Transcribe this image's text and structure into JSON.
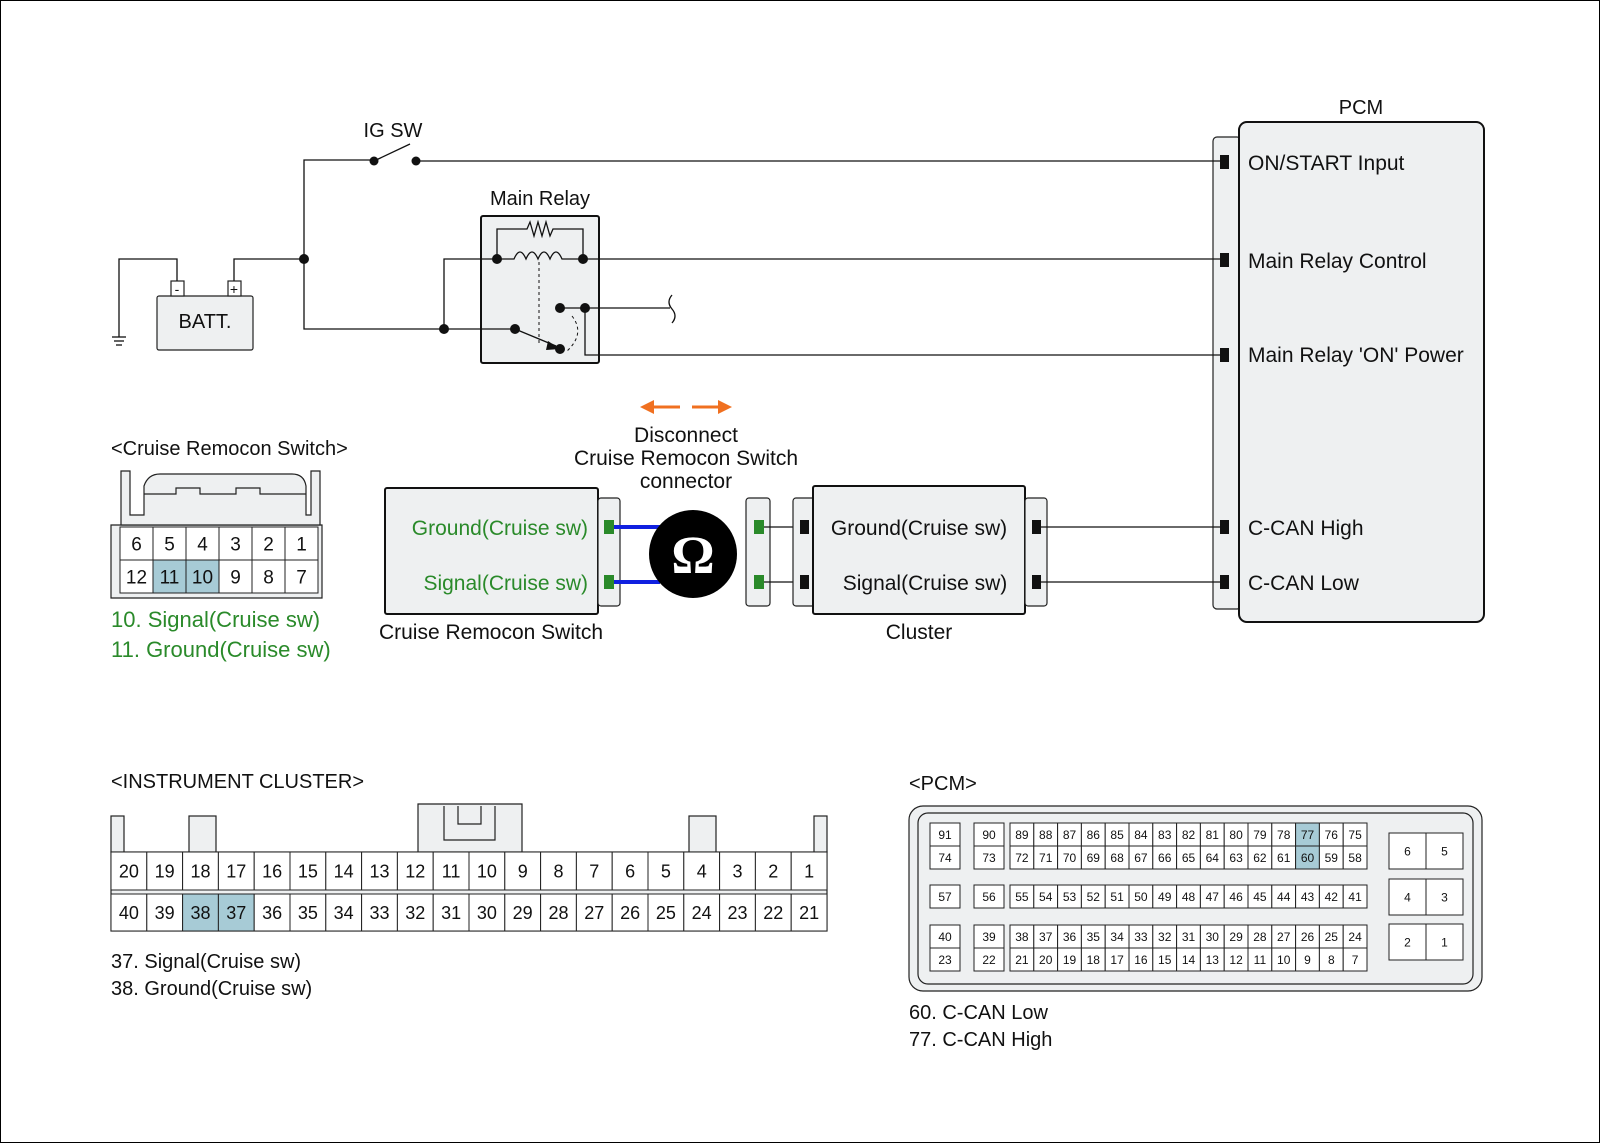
{
  "schematic": {
    "ig_sw": "IG SW",
    "main_relay": "Main Relay",
    "batt": "BATT.",
    "batt_minus": "-",
    "batt_plus": "+",
    "pcm_title": "PCM",
    "pcm_pins": [
      "ON/START Input",
      "Main Relay Control",
      "Main Relay 'ON' Power",
      "C-CAN High",
      "C-CAN Low"
    ],
    "disconnect_note": [
      "Disconnect",
      "Cruise Remocon Switch",
      "connector"
    ],
    "switch_box": {
      "label": "Cruise Remocon Switch",
      "pins": [
        "Ground(Cruise sw)",
        "Signal(Cruise sw)"
      ]
    },
    "cluster_box": {
      "label": "Cluster",
      "pins": [
        "Ground(Cruise sw)",
        "Signal(Cruise sw)"
      ]
    },
    "ohm_symbol": "Ω",
    "colors": {
      "green": "#2a8a2a",
      "blue": "#1020e0",
      "orange": "#f07020",
      "highlight": "#a7cbd6"
    }
  },
  "cruise_connector": {
    "title": "<Cruise Remocon Switch>",
    "row1": [
      "6",
      "5",
      "4",
      "3",
      "2",
      "1"
    ],
    "row2": [
      "12",
      "11",
      "10",
      "9",
      "8",
      "7"
    ],
    "highlighted": [
      "11",
      "10"
    ],
    "notes": [
      "10. Signal(Cruise sw)",
      "11. Ground(Cruise sw)"
    ]
  },
  "cluster_connector": {
    "title": "<INSTRUMENT CLUSTER>",
    "row1": [
      "20",
      "19",
      "18",
      "17",
      "16",
      "15",
      "14",
      "13",
      "12",
      "11",
      "10",
      "9",
      "8",
      "7",
      "6",
      "5",
      "4",
      "3",
      "2",
      "1"
    ],
    "row2": [
      "40",
      "39",
      "38",
      "37",
      "36",
      "35",
      "34",
      "33",
      "32",
      "31",
      "30",
      "29",
      "28",
      "27",
      "26",
      "25",
      "24",
      "23",
      "22",
      "21"
    ],
    "highlighted": [
      "38",
      "37"
    ],
    "notes": [
      "37. Signal(Cruise sw)",
      "38. Ground(Cruise sw)"
    ]
  },
  "pcm_connector": {
    "title": "<PCM>",
    "singles": [
      [
        "91",
        "74"
      ],
      [
        "90",
        "73"
      ],
      [
        "57"
      ],
      [
        "56"
      ],
      [
        "40",
        "23"
      ],
      [
        "39",
        "22"
      ]
    ],
    "blockA_row1": [
      "89",
      "88",
      "87",
      "86",
      "85",
      "84",
      "83",
      "82",
      "81",
      "80",
      "79",
      "78",
      "77",
      "76",
      "75"
    ],
    "blockA_row2": [
      "72",
      "71",
      "70",
      "69",
      "68",
      "67",
      "66",
      "65",
      "64",
      "63",
      "62",
      "61",
      "60",
      "59",
      "58"
    ],
    "blockB_row": [
      "55",
      "54",
      "53",
      "52",
      "51",
      "50",
      "49",
      "48",
      "47",
      "46",
      "45",
      "44",
      "43",
      "42",
      "41"
    ],
    "blockC_row1": [
      "38",
      "37",
      "36",
      "35",
      "34",
      "33",
      "32",
      "31",
      "30",
      "29",
      "28",
      "27",
      "26",
      "25",
      "24"
    ],
    "blockC_row2": [
      "21",
      "20",
      "19",
      "18",
      "17",
      "16",
      "15",
      "14",
      "13",
      "12",
      "11",
      "10",
      "9",
      "8",
      "7"
    ],
    "right_pairs": [
      [
        "6",
        "5"
      ],
      [
        "4",
        "3"
      ],
      [
        "2",
        "1"
      ]
    ],
    "highlighted": [
      "77",
      "60"
    ],
    "notes": [
      "60. C-CAN Low",
      "77. C-CAN High"
    ]
  }
}
